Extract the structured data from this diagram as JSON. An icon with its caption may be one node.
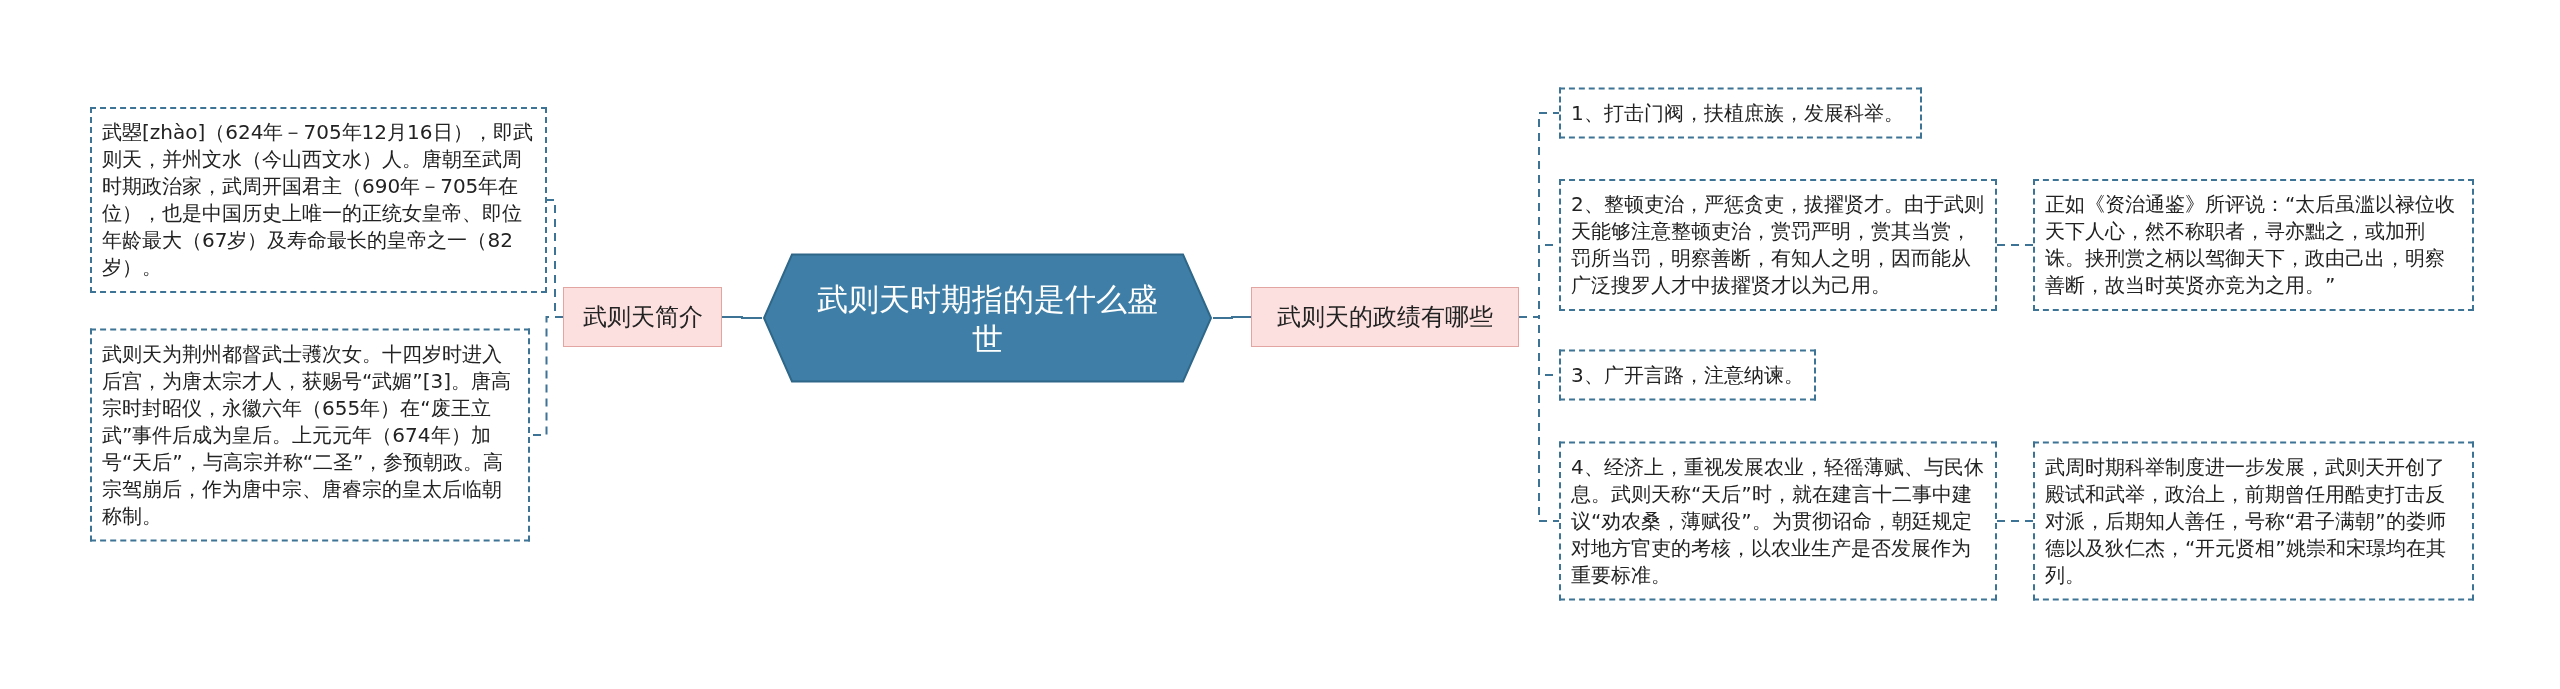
{
  "diagram": {
    "nodes": [
      {
        "text": [
          "武则天时期指的是什么盛世"
        ]
      },
      {
        "text": [
          "武则天简介"
        ]
      },
      {
        "text": [
          "武曌[zhào]（624年－705年12月16日），即武则天，并州文水（今山西文水）人。唐朝至武周时期政治家，武周开国君主（690年－705年在位），也是中国历史上唯一的正统女皇帝、即位年龄最大（67岁）及寿命最长的皇帝之一（82岁）。"
        ]
      },
      {
        "text": [
          "武则天为荆州都督武士彟次女。十四岁时进入后宫，为唐太宗才人，获赐号“武媚”[3]。唐高宗时封昭仪，永徽六年（655年）在“废王立武”事件后成为皇后。上元元年（674年）加号“天后”，与高宗并称“二圣”，参预朝政。高宗驾崩后，作为唐中宗、唐睿宗的皇太后临朝称制。"
        ]
      },
      {
        "text": [
          "武则天的政绩有哪些"
        ]
      },
      {
        "text": [
          "1、打击门阀，扶植庶族，发展科举。"
        ]
      },
      {
        "text": [
          "2、整顿吏治，严惩贪吏，拔擢贤才。由于武则天能够注意整顿吏治，赏罚严明，赏其当赏，罚所当罚，明察善断，有知人之明，因而能从广泛搜罗人才中拔擢贤才以为己用。"
        ]
      },
      {
        "text": [
          "正如《资治通鉴》所评说：“太后虽滥以禄位收天下人心，然不称职者，寻亦黜之，或加刑诛。挟刑赏之柄以驾御天下，政由己出，明察善断，故当时英贤亦竞为之用。”"
        ]
      },
      {
        "text": [
          "3、广开言路，注意纳谏。"
        ]
      },
      {
        "text": [
          "4、经济上，重视发展农业，轻徭薄赋、与民休息。武则天称“天后”时，就在建言十二事中建议“劝农桑，薄赋役”。为贯彻诏命，朝廷规定对地方官吏的考核，以农业生产是否发展作为重要标准。"
        ]
      },
      {
        "text": [
          "武周时期科举制度进一步发展，武则天开创了殿试和武举，政治上，前期曾任用酷吏打击反对派，后期知人善任，号称“君子满朝”的娄师德以及狄仁杰，“开元贤相”姚崇和宋璟均在其列。"
        ]
      }
    ],
    "edges": [
      {
        "from": 0,
        "to": 1,
        "arrow": "none"
      },
      {
        "from": 1,
        "to": 2,
        "arrow": "none",
        "style": "dashed"
      },
      {
        "from": 1,
        "to": 3,
        "arrow": "none",
        "style": "dashed"
      },
      {
        "from": 0,
        "to": 4,
        "arrow": "none"
      },
      {
        "from": 4,
        "to": 5,
        "arrow": "none",
        "style": "dashed"
      },
      {
        "from": 4,
        "to": 6,
        "arrow": "none",
        "style": "dashed"
      },
      {
        "from": 6,
        "to": 7,
        "arrow": "none",
        "style": "dashed"
      },
      {
        "from": 4,
        "to": 8,
        "arrow": "none",
        "style": "dashed"
      },
      {
        "from": 4,
        "to": 9,
        "arrow": "none",
        "style": "dashed"
      },
      {
        "from": 9,
        "to": 10,
        "arrow": "none",
        "style": "dashed"
      }
    ]
  }
}
